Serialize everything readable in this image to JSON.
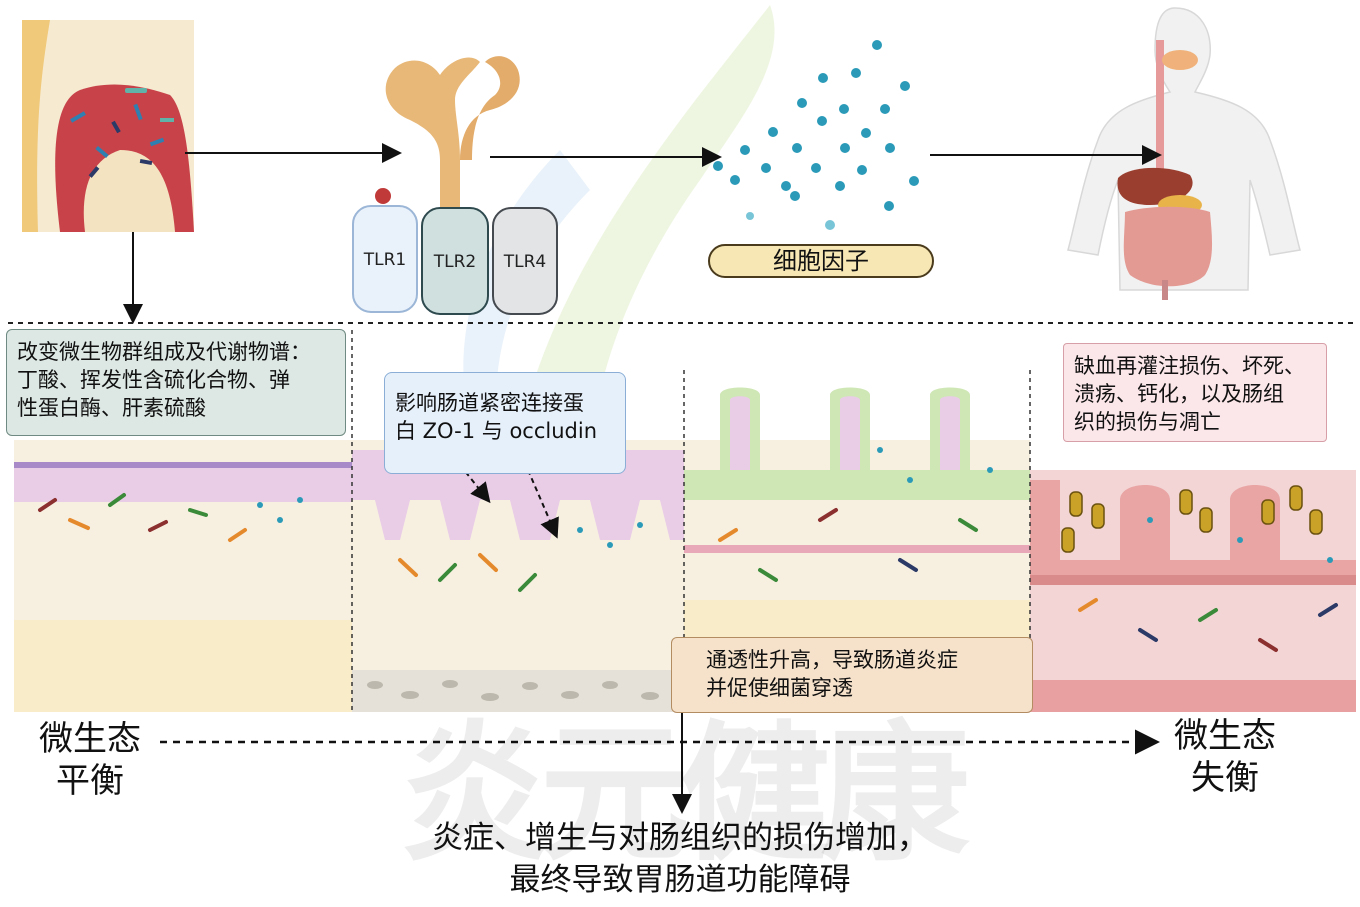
{
  "receptors": [
    "TLR1",
    "TLR2",
    "TLR4"
  ],
  "cytokine_label": "细胞因子",
  "box_metabolites": [
    "改变微生物群组成及代谢物谱：",
    "丁酸、挥发性含硫化合物、弹",
    "性蛋白酶、肝素硫酸"
  ],
  "box_tight_junction": [
    "影响肠道紧密连接蛋",
    "白 ZO-1 与 occludin"
  ],
  "box_permeability": [
    "通透性升高，导致肠道炎症",
    "并促使细菌穿透"
  ],
  "box_damage": [
    "缺血再灌注损伤、坏死、",
    "溃疡、钙化，以及肠组",
    "织的损伤与凋亡"
  ],
  "label_balance": [
    "微生态",
    "平衡"
  ],
  "label_imbalance": [
    "微生态",
    "失衡"
  ],
  "bottom_text": [
    "炎症、增生与对肠组织的损伤增加，",
    "最终导致胃肠道功能障碍"
  ],
  "colors": {
    "gum_red": "#c8424a",
    "tlr_gold": "#e8b878",
    "cytokine_blue": "#2a9ab8",
    "mucosa_purple": "#e9cce6",
    "villi_green": "#cfe7b5",
    "tissue_pink": "#e9a4a4"
  }
}
